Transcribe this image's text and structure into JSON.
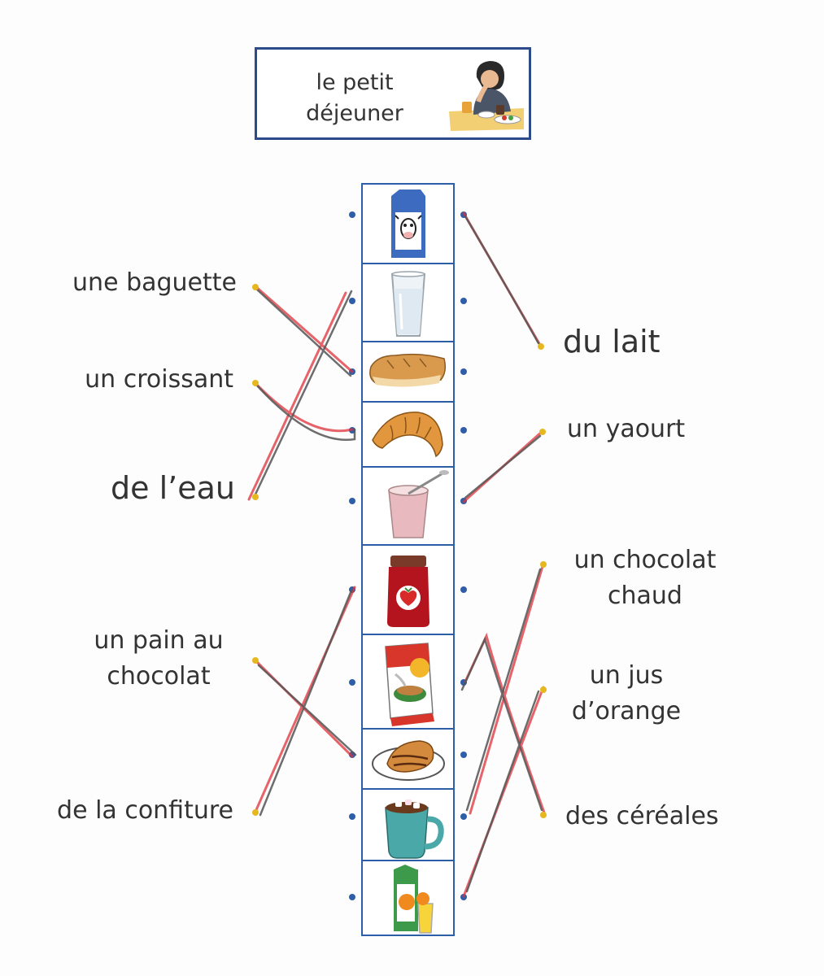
{
  "header": {
    "title_line1": "le petit",
    "title_line2": "déjeuner",
    "picture_icon": "person-eating-breakfast-icon"
  },
  "food_column": [
    {
      "icon": "milk-carton-icon"
    },
    {
      "icon": "glass-of-water-icon"
    },
    {
      "icon": "baguette-icon"
    },
    {
      "icon": "croissant-icon"
    },
    {
      "icon": "yogurt-pot-icon"
    },
    {
      "icon": "jam-jar-icon"
    },
    {
      "icon": "cereal-box-icon"
    },
    {
      "icon": "pain-au-chocolat-icon"
    },
    {
      "icon": "hot-chocolate-mug-icon"
    },
    {
      "icon": "orange-juice-icon"
    }
  ],
  "left_labels": {
    "baguette": "une baguette",
    "croissant": "un croissant",
    "eau": "de l’eau",
    "pain_line1": "un pain au",
    "pain_line2": "chocolat",
    "confiture": "de la confiture"
  },
  "right_labels": {
    "lait": "du lait",
    "yaourt": "un yaourt",
    "chocolat_line1": "un chocolat",
    "chocolat_line2": "chaud",
    "jus_line1": "un jus",
    "jus_line2": "d’orange",
    "cereales": "des céréales"
  },
  "colors": {
    "border_blue": "#2d4a8a",
    "dot_blue": "#2f5ea8",
    "dot_yellow": "#e6b820",
    "pencil_grey": "#555555",
    "pencil_red": "#e0303a"
  }
}
